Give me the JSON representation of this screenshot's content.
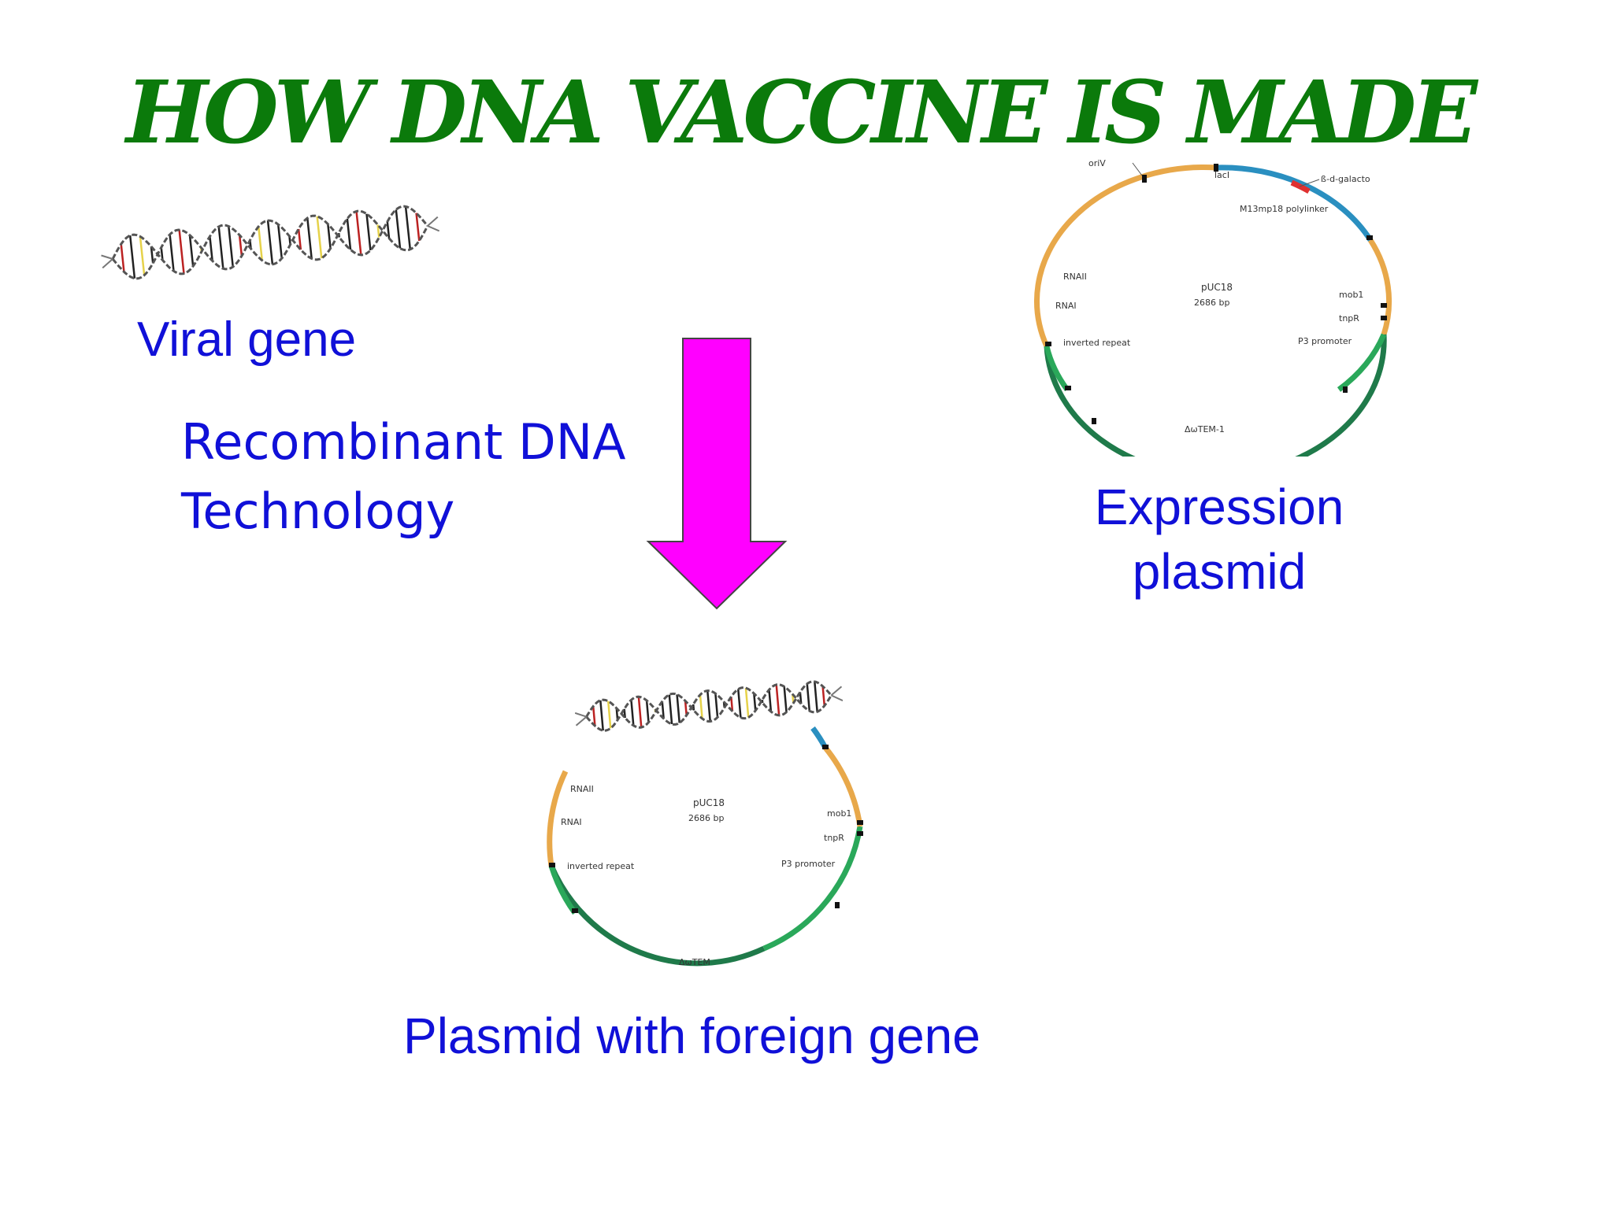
{
  "title": "HOW DNA VACCINE IS MADE",
  "labels": {
    "viral_gene": "Viral gene",
    "recombinant_line1": "Recombinant DNA",
    "recombinant_line2": "Technology",
    "expression_line1": "Expression",
    "expression_line2": "plasmid",
    "plasmid_with_foreign_gene": "Plasmid with foreign gene"
  },
  "expression_plasmid_map": {
    "name": "pUC18",
    "size": "2686 bp",
    "features": [
      "oriV",
      "lacI",
      "ß-d-galacto",
      "M13mp18 polylinker",
      "RNAII",
      "RNAI",
      "mob1",
      "tnpR",
      "inverted repeat",
      "P3 promoter",
      "ΔωTEM-1"
    ]
  },
  "recombinant_plasmid_map": {
    "name": "pUC18",
    "size": "2686 bp",
    "features": [
      "RNAII",
      "RNAI",
      "mob1",
      "tnpR",
      "inverted repeat",
      "P3 promoter",
      "ΔωTEM"
    ]
  },
  "colors": {
    "title": "#0b7a0b",
    "label": "#1010d8",
    "arrow": "#ff00ff",
    "plasmid_orange": "#e8a84a",
    "plasmid_blue": "#2a8fc0",
    "plasmid_green": "#2aa85a",
    "plasmid_dark_green": "#1f7a4a"
  },
  "icons": [
    "dna-helix-icon",
    "down-arrow-icon"
  ]
}
